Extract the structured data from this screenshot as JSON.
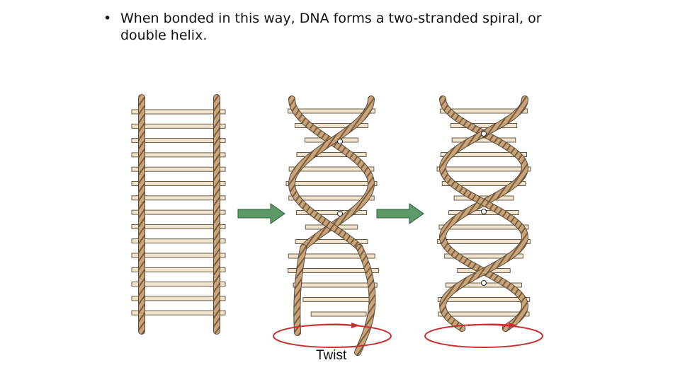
{
  "slide": {
    "bullet_symbol": "•",
    "bullet_text": "When bonded in this way, DNA forms a two-stranded spiral, or double helix."
  },
  "figure": {
    "panels": [
      "straight-ladder",
      "partially-twisted-ladder",
      "double-helix"
    ],
    "twist_label": "Twist",
    "colors": {
      "rope": "#c8a47a",
      "rope_stripe": "#7a5c3c",
      "rung": "#f1e4cf",
      "rung_outline": "#5a4a36",
      "arrow": "#5c9a66",
      "twist_ring": "#c53030"
    }
  }
}
